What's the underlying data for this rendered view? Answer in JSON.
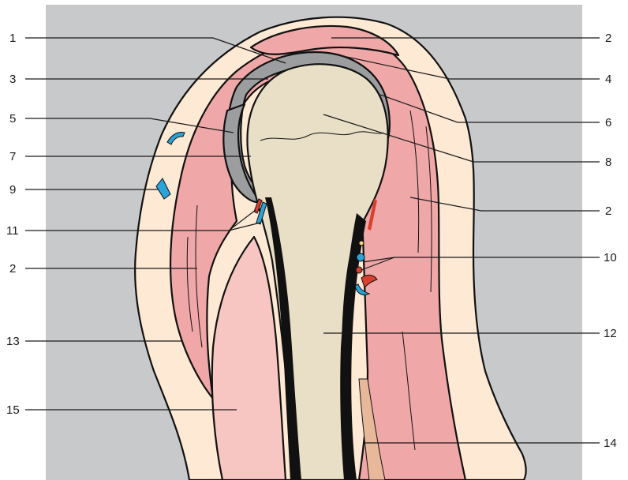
{
  "figure": {
    "colors": {
      "background_panel": "#c8c9cb",
      "skin_fat": "#fde9d4",
      "muscle": "#f0a7a8",
      "muscle_pale": "#f8c6c2",
      "bone": "#e9dfc6",
      "cartilage_bursa": "#9c9d9f",
      "vein": "#2aa3d9",
      "artery": "#d9402e",
      "cortex": "#111111"
    },
    "labels": [
      {
        "id": "l1",
        "text": "1",
        "side": "left"
      },
      {
        "id": "l2a",
        "text": "2",
        "side": "right"
      },
      {
        "id": "l3",
        "text": "3",
        "side": "left"
      },
      {
        "id": "l4",
        "text": "4",
        "side": "right"
      },
      {
        "id": "l5",
        "text": "5",
        "side": "left"
      },
      {
        "id": "l6",
        "text": "6",
        "side": "right"
      },
      {
        "id": "l7",
        "text": "7",
        "side": "left"
      },
      {
        "id": "l8",
        "text": "8",
        "side": "right"
      },
      {
        "id": "l9",
        "text": "9",
        "side": "left"
      },
      {
        "id": "l2b",
        "text": "2",
        "side": "right"
      },
      {
        "id": "l11",
        "text": "11",
        "side": "left"
      },
      {
        "id": "l10",
        "text": "10",
        "side": "right"
      },
      {
        "id": "l2c",
        "text": "2",
        "side": "left"
      },
      {
        "id": "l12",
        "text": "12",
        "side": "right"
      },
      {
        "id": "l13",
        "text": "13",
        "side": "left"
      },
      {
        "id": "l15",
        "text": "15",
        "side": "left"
      },
      {
        "id": "l14",
        "text": "14",
        "side": "right"
      }
    ]
  }
}
